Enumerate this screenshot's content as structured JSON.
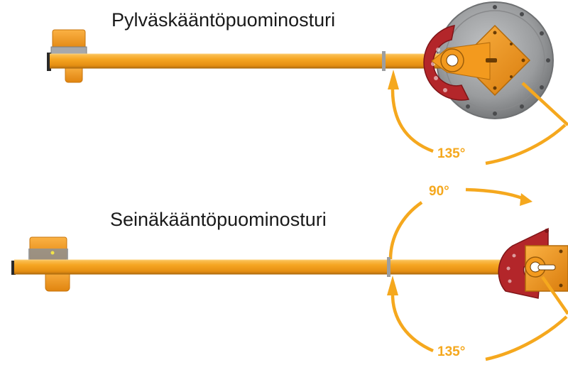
{
  "colors": {
    "beam": "#f6a623",
    "beam_dark": "#c77c12",
    "beam_light": "#fbc35a",
    "angle_arrow": "#f5a81e",
    "brake_red": "#b3262a",
    "base_plate": "#9a9c9e",
    "base_plate_dark": "#6e7072",
    "hoist": "#f39a1e",
    "hoist_grey": "#8e9093"
  },
  "pillar_crane": {
    "title": "Pylväskääntöpuominosturi",
    "rotation_angle": "135°"
  },
  "wall_crane": {
    "title": "Seinäkääntöpuominosturi",
    "rotation_angle_top": "90°",
    "rotation_angle_bottom": "135°"
  }
}
